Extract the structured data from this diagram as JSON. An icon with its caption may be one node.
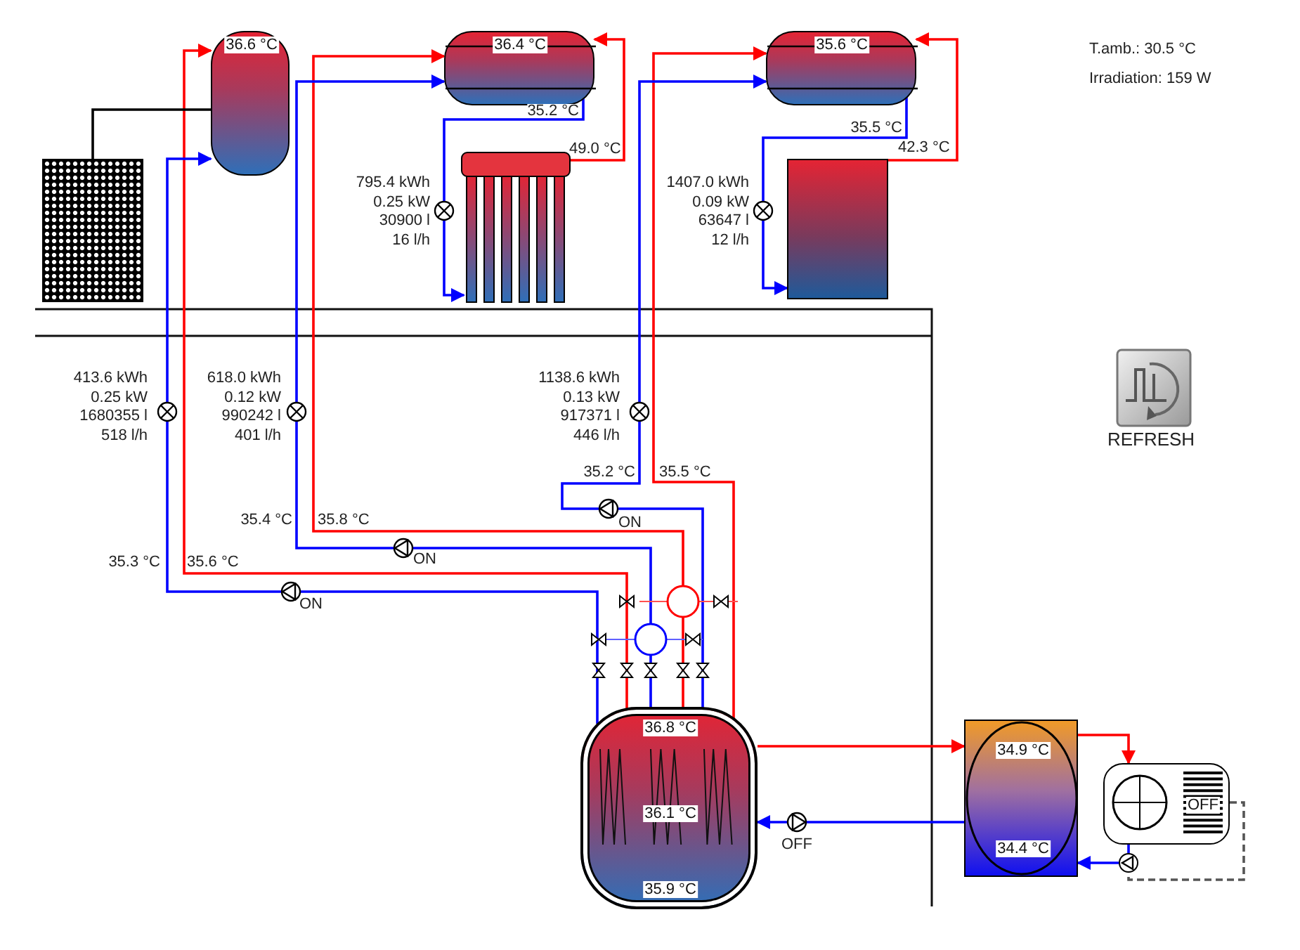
{
  "diagram": {
    "nodes": [
      {
        "text": [],
        "shape": "box"
      },
      {
        "text": [
          "36.6 °C"
        ]
      },
      {
        "text": [
          "36.4 °C"
        ]
      },
      {
        "text": [],
        "shape": "box"
      },
      {
        "text": [
          "35.6 °C"
        ]
      },
      {
        "text": [],
        "shape": "box"
      },
      {
        "text": [
          "36.8 °C",
          "36.1 °C",
          "35.9 °C"
        ]
      },
      {
        "text": [
          "34.9 °C",
          "34.4 °C"
        ]
      },
      {
        "text": [
          "OFF"
        ]
      },
      {
        "text": [],
        "shape": "circle"
      }
    ],
    "edges": [
      {
        "from": 6,
        "to": 1,
        "arrow": "to",
        "color": "#ff0000"
      },
      {
        "from": 6,
        "to": 1,
        "arrow": "to",
        "color": "#0000ff"
      },
      {
        "from": 0,
        "to": 1,
        "arrow": "none",
        "color": "#000000"
      },
      {
        "from": 6,
        "to": 2,
        "arrow": "to",
        "color": "#ff0000"
      },
      {
        "from": 6,
        "to": 2,
        "arrow": "to",
        "color": "#0000ff"
      },
      {
        "from": 2,
        "to": 3,
        "arrow": "to",
        "color": "#0000ff"
      },
      {
        "from": 3,
        "to": 2,
        "arrow": "to",
        "color": "#ff0000"
      },
      {
        "from": 6,
        "to": 4,
        "arrow": "to",
        "color": "#ff0000"
      },
      {
        "from": 6,
        "to": 4,
        "arrow": "to",
        "color": "#0000ff"
      },
      {
        "from": 4,
        "to": 5,
        "arrow": "to",
        "color": "#0000ff"
      },
      {
        "from": 5,
        "to": 4,
        "arrow": "to",
        "color": "#ff0000"
      },
      {
        "from": 6,
        "to": 7,
        "arrow": "to",
        "color": "#ff0000"
      },
      {
        "from": 7,
        "to": 6,
        "arrow": "to",
        "color": "#0000ff"
      },
      {
        "from": 7,
        "to": 8,
        "arrow": "to",
        "color": "#ff0000"
      },
      {
        "from": 8,
        "to": 9,
        "arrow": "none",
        "color": "#0000ff"
      },
      {
        "from": 9,
        "to": 7,
        "arrow": "to",
        "color": "#0000ff"
      },
      {
        "from": 8,
        "to": 9,
        "arrow": "none",
        "style": "dashed",
        "color": "#555555"
      }
    ],
    "labels": [
      "T.amb.: 30.5 °C",
      "Irradiation: 159 W",
      "35.2 °C",
      "49.0 °C",
      "795.4 kWh",
      "0.25 kW",
      "30900 l",
      "16 l/h",
      "35.5 °C",
      "42.3 °C",
      "1407.0 kWh",
      "0.09 kW",
      "63647 l",
      "12 l/h",
      "REFRESH",
      "413.6 kWh",
      "0.25 kW",
      "1680355 l",
      "518 l/h",
      "618.0 kWh",
      "0.12 kW",
      "990242 l",
      "401 l/h",
      "1138.6 kWh",
      "0.13 kW",
      "917371 l",
      "446 l/h",
      "35.2 °C",
      "35.5 °C",
      "ON",
      "35.4 °C",
      "35.8 °C",
      "ON",
      "35.3 °C",
      "35.6 °C",
      "ON",
      "OFF"
    ]
  }
}
